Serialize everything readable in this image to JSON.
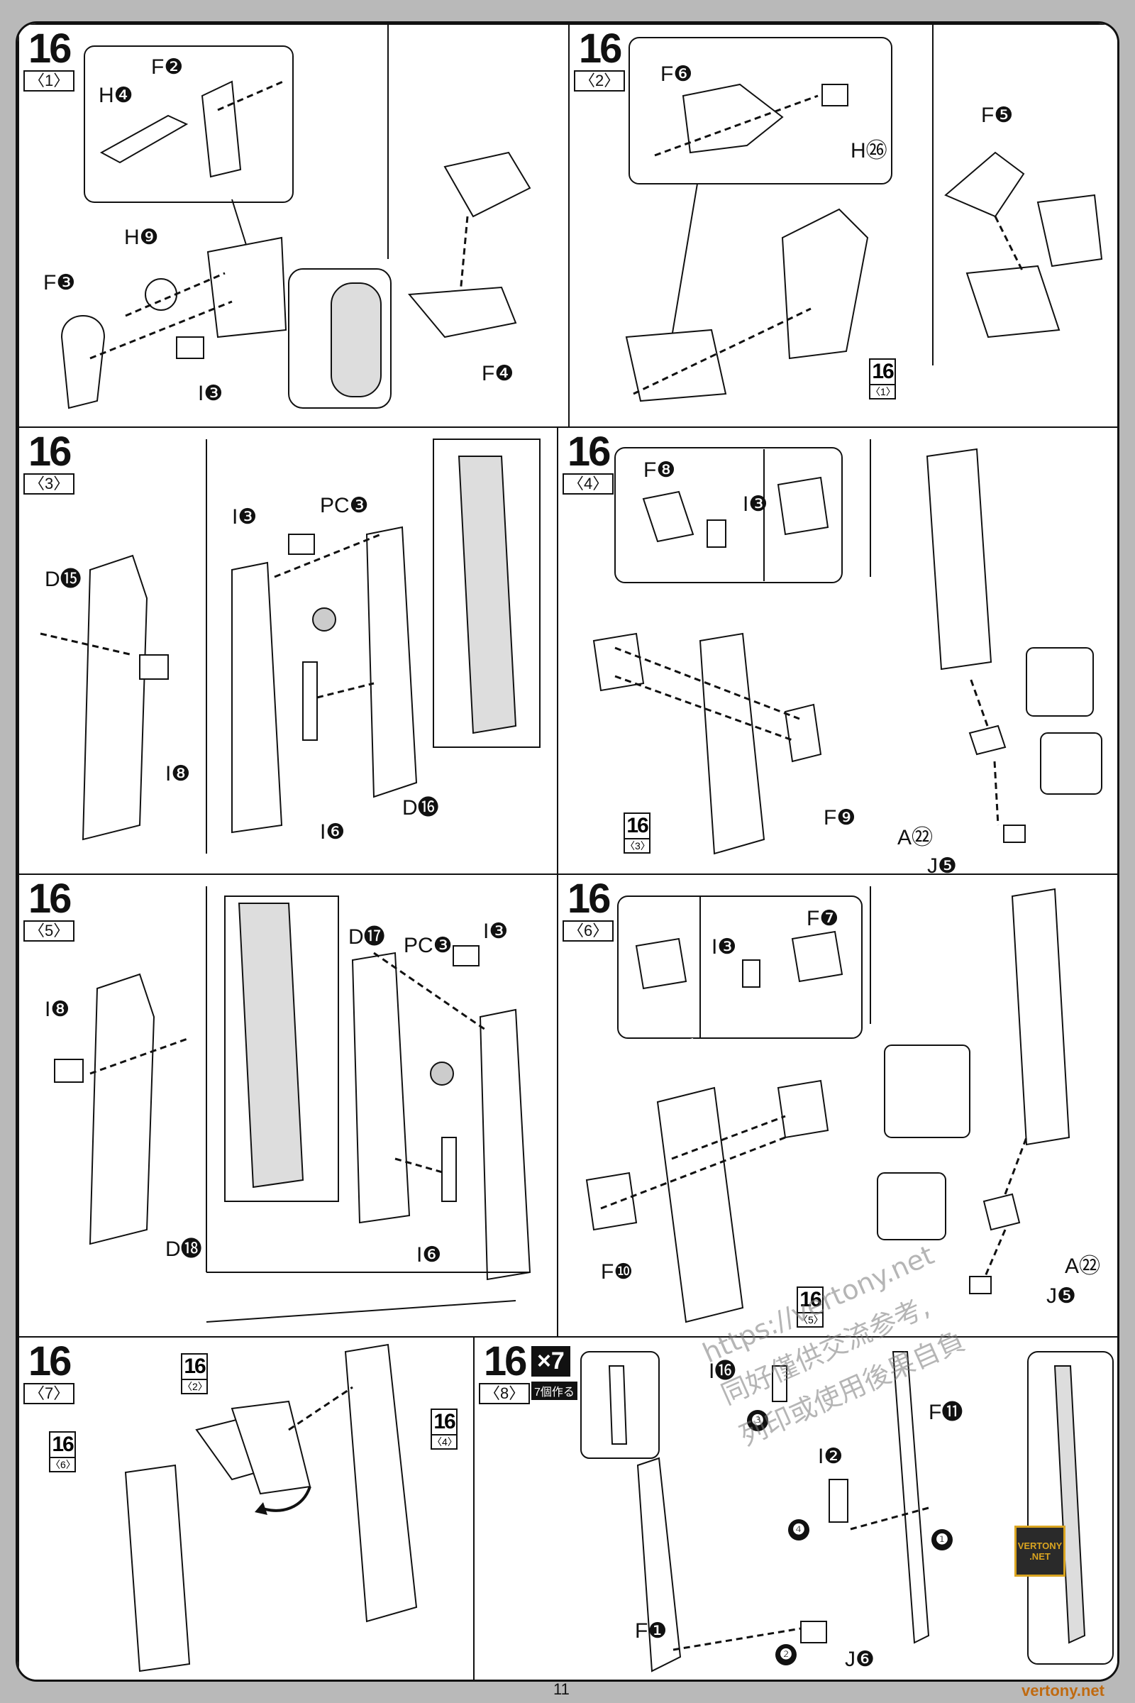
{
  "page_number": "11",
  "watermark": {
    "site": "vertony.net",
    "url": "https://vertony.net",
    "line1": "同好僅供交流参考,",
    "line2": "列印或使用後果自負",
    "logo_line1": "VERTONY",
    "logo_line2": ".NET"
  },
  "steps": [
    {
      "number": "16",
      "sub": "〈1〉",
      "labels": [
        "F❷",
        "H❹",
        "H❾",
        "F❸",
        "I❸",
        "F❹"
      ]
    },
    {
      "number": "16",
      "sub": "〈2〉",
      "labels": [
        "F❻",
        "H㉖",
        "F❺"
      ],
      "ref": {
        "n": "16",
        "s": "〈1〉"
      }
    },
    {
      "number": "16",
      "sub": "〈3〉",
      "labels": [
        "D⓯",
        "I❽",
        "I❸",
        "PC❸",
        "D⓰",
        "I❻"
      ]
    },
    {
      "number": "16",
      "sub": "〈4〉",
      "labels": [
        "F❽",
        "I❸",
        "F❾",
        "A㉒",
        "J❺"
      ],
      "ref": {
        "n": "16",
        "s": "〈3〉"
      }
    },
    {
      "number": "16",
      "sub": "〈5〉",
      "labels": [
        "I❽",
        "D⓲",
        "D⓱",
        "PC❸",
        "I❸",
        "I❻"
      ]
    },
    {
      "number": "16",
      "sub": "〈6〉",
      "labels": [
        "I❸",
        "F❼",
        "F❿",
        "A㉒",
        "J❺"
      ],
      "ref": {
        "n": "16",
        "s": "〈5〉"
      }
    },
    {
      "number": "16",
      "sub": "〈7〉",
      "refs": [
        {
          "n": "16",
          "s": "〈2〉"
        },
        {
          "n": "16",
          "s": "〈4〉"
        },
        {
          "n": "16",
          "s": "〈6〉"
        }
      ]
    },
    {
      "number": "16",
      "sub": "〈8〉",
      "badge": "×7",
      "note": "7個作る",
      "labels": [
        "I⓰",
        "I❷",
        "F⓫",
        "F❶",
        "J❻"
      ],
      "order": [
        "❶",
        "❷",
        "❸",
        "❹"
      ]
    }
  ]
}
